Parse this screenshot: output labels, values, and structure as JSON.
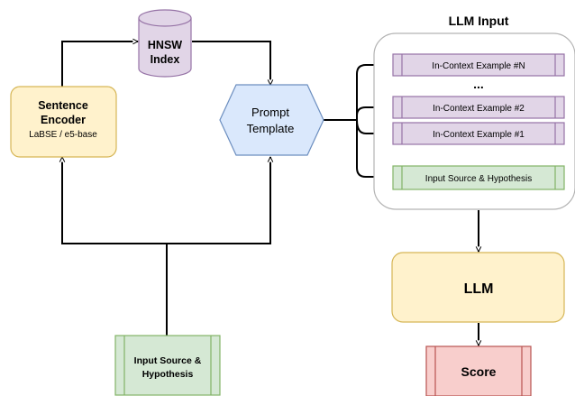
{
  "nodes": {
    "sentence_encoder": {
      "title_line1": "Sentence",
      "title_line2": "Encoder",
      "subtitle": "LaBSE / e5-base"
    },
    "hnsw_index": {
      "line1": "HNSW",
      "line2": "Index"
    },
    "prompt_template": {
      "line1": "Prompt",
      "line2": "Template"
    },
    "input_bottom": {
      "line1": "Input Source &",
      "line2": "Hypothesis"
    },
    "llm_input": {
      "title": "LLM Input",
      "examples": [
        "In-Context Example #N",
        "In-Context Example #2",
        "In-Context Example #1"
      ],
      "ellipsis": "...",
      "input_row": "Input Source & Hypothesis"
    },
    "llm": {
      "label": "LLM"
    },
    "score": {
      "label": "Score"
    }
  },
  "colors": {
    "yellow_fill": "#fff2cc",
    "yellow_stroke": "#d6b656",
    "purple_fill": "#e1d5e7",
    "purple_stroke": "#9673a6",
    "blue_fill": "#dae8fc",
    "blue_stroke": "#6c8ebf",
    "green_fill": "#d5e8d4",
    "green_stroke": "#82b366",
    "red_fill": "#f8cecc",
    "red_stroke": "#b85450",
    "gray_stroke": "#b3b3b3"
  }
}
